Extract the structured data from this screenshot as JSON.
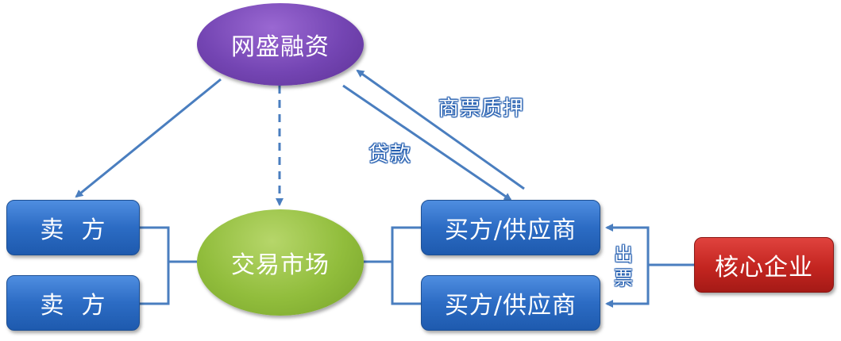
{
  "nodes": {
    "financing": "网盛融资",
    "market": "交易市场",
    "seller_top": "卖  方",
    "seller_bottom": "卖  方",
    "buyer_top": "买方/供应商",
    "buyer_bottom": "买方/供应商",
    "core": "核心企业"
  },
  "edges": {
    "pledge": "商票质押",
    "loan": "贷款",
    "issue": "出票"
  },
  "colors": {
    "line": "#4a7ebf",
    "blue_box": "#2c6cc4",
    "purple_ellipse": "#7445b3",
    "green_ellipse": "#91bd3c",
    "red_box": "#c32520"
  }
}
